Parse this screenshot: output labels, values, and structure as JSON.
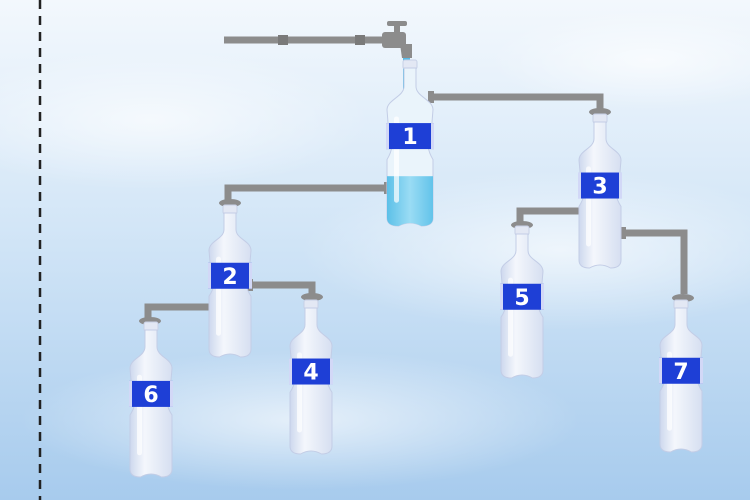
{
  "puzzle": {
    "bottles": [
      {
        "id": "bottle-1",
        "label": "1",
        "filled": true
      },
      {
        "id": "bottle-2",
        "label": "2",
        "filled": false
      },
      {
        "id": "bottle-3",
        "label": "3",
        "filled": false
      },
      {
        "id": "bottle-4",
        "label": "4",
        "filled": false
      },
      {
        "id": "bottle-5",
        "label": "5",
        "filled": false
      },
      {
        "id": "bottle-6",
        "label": "6",
        "filled": false
      },
      {
        "id": "bottle-7",
        "label": "7",
        "filled": false
      }
    ]
  },
  "colors": {
    "sky_top": "#f2f7fd",
    "sky_bottom": "#a9cdee",
    "pipe": "#8f8f8f",
    "label_band": "#1e3fd6",
    "water": "#7fd0ef",
    "bottle_body": "#e9eef8"
  },
  "icons": {
    "faucet": "faucet-icon",
    "divider": "dashed-divider"
  }
}
